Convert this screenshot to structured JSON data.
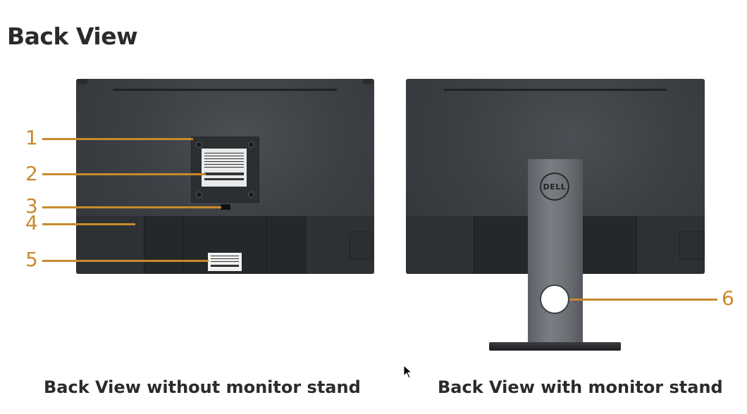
{
  "page": {
    "title": "Back View"
  },
  "figures": [
    {
      "caption": "Back View without monitor stand"
    },
    {
      "caption": "Back View with monitor stand"
    }
  ],
  "callouts": [
    "1",
    "2",
    "3",
    "4",
    "5",
    "6"
  ],
  "logo": {
    "text": "DELL"
  },
  "colors": {
    "callout": "#c88a2c",
    "monitor_body": "#3c4044",
    "stand": "#6d7176",
    "heading": "#2b2b2b"
  }
}
